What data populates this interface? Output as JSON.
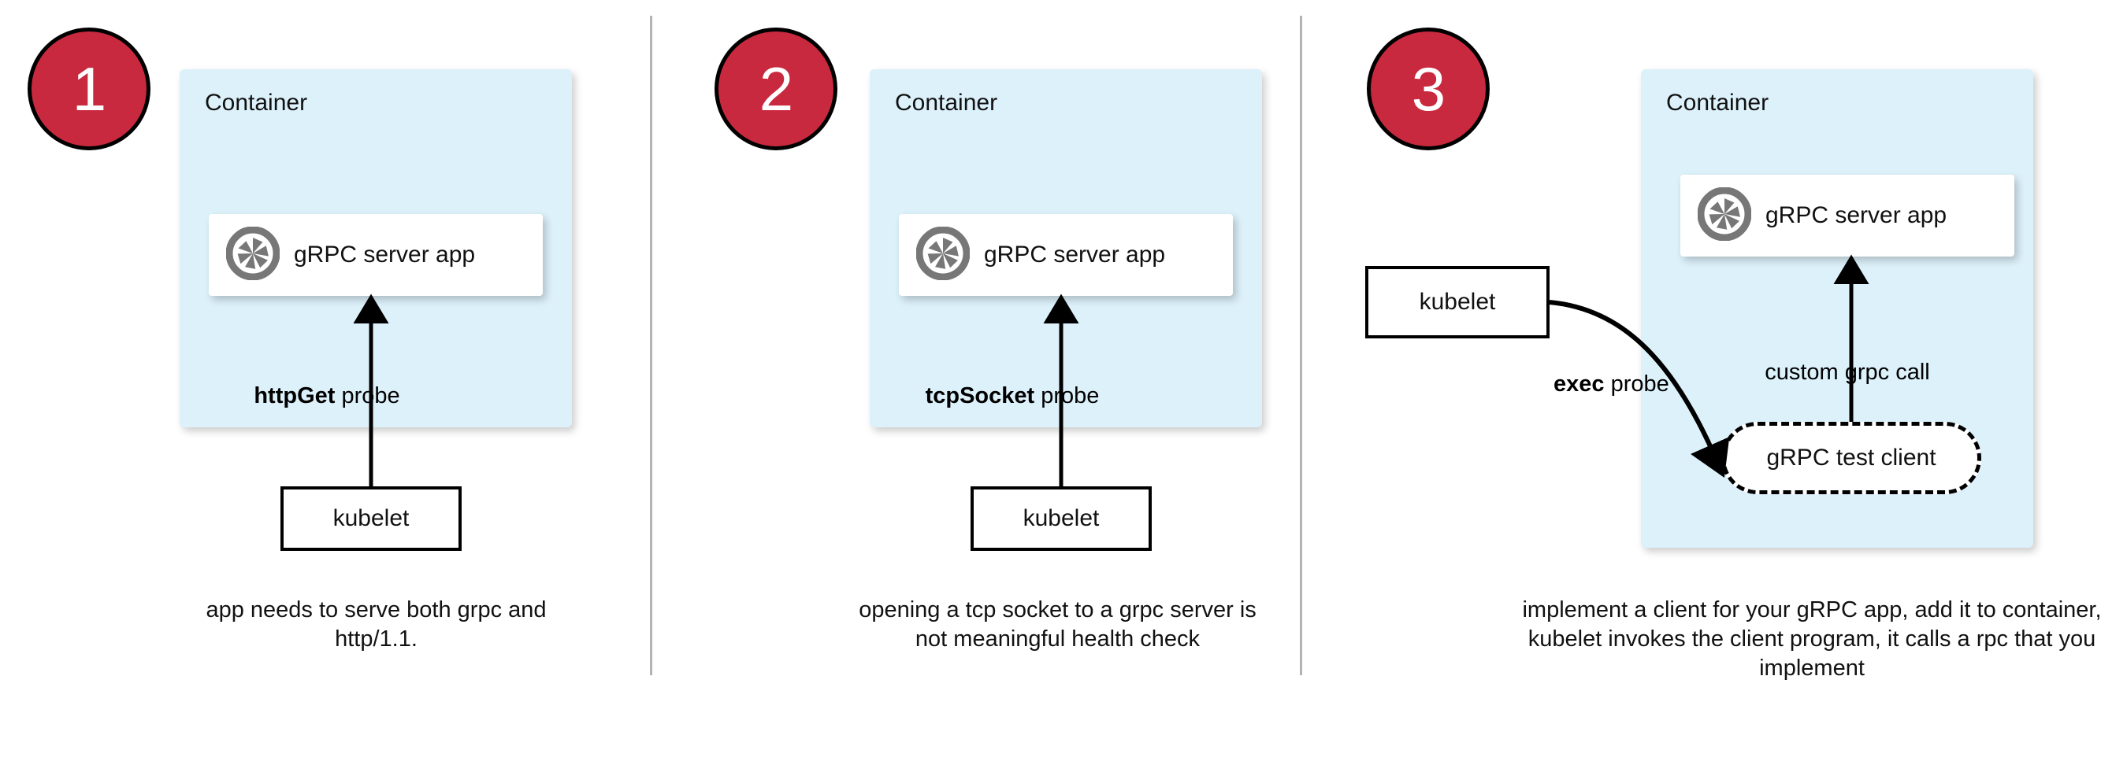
{
  "diagram": {
    "title": "gRPC health check probe approaches",
    "colors": {
      "badge_red": "#c9293e",
      "container_blue": "#ddf1fb",
      "grpc_icon_gray": "#777777",
      "divider_gray": "#b3b3b3",
      "stroke_black": "#000000",
      "card_white": "#ffffff"
    },
    "panels": [
      {
        "number": "1",
        "container_label": "Container",
        "app_card": {
          "icon": "grpc-aperture-icon",
          "label": "gRPC server app"
        },
        "probe_label_strong": "httpGet",
        "probe_label_rest": " probe",
        "kubelet_label": "kubelet",
        "caption": "app needs to serve both grpc and http/1.1."
      },
      {
        "number": "2",
        "container_label": "Container",
        "app_card": {
          "icon": "grpc-aperture-icon",
          "label": "gRPC server app"
        },
        "probe_label_strong": "tcpSocket",
        "probe_label_rest": " probe",
        "kubelet_label": "kubelet",
        "caption": "opening a tcp socket to a grpc server is not meaningful health check"
      },
      {
        "number": "3",
        "container_label": "Container",
        "app_card": {
          "icon": "grpc-aperture-icon",
          "label": "gRPC server app"
        },
        "probe_label_strong": "exec",
        "probe_label_rest": " probe",
        "inner_call_label": "custom grpc call",
        "test_client_label": "gRPC test client",
        "kubelet_label": "kubelet",
        "caption": "implement a client for your gRPC app, add it to container, kubelet invokes the client program, it calls a rpc that you implement"
      }
    ]
  }
}
